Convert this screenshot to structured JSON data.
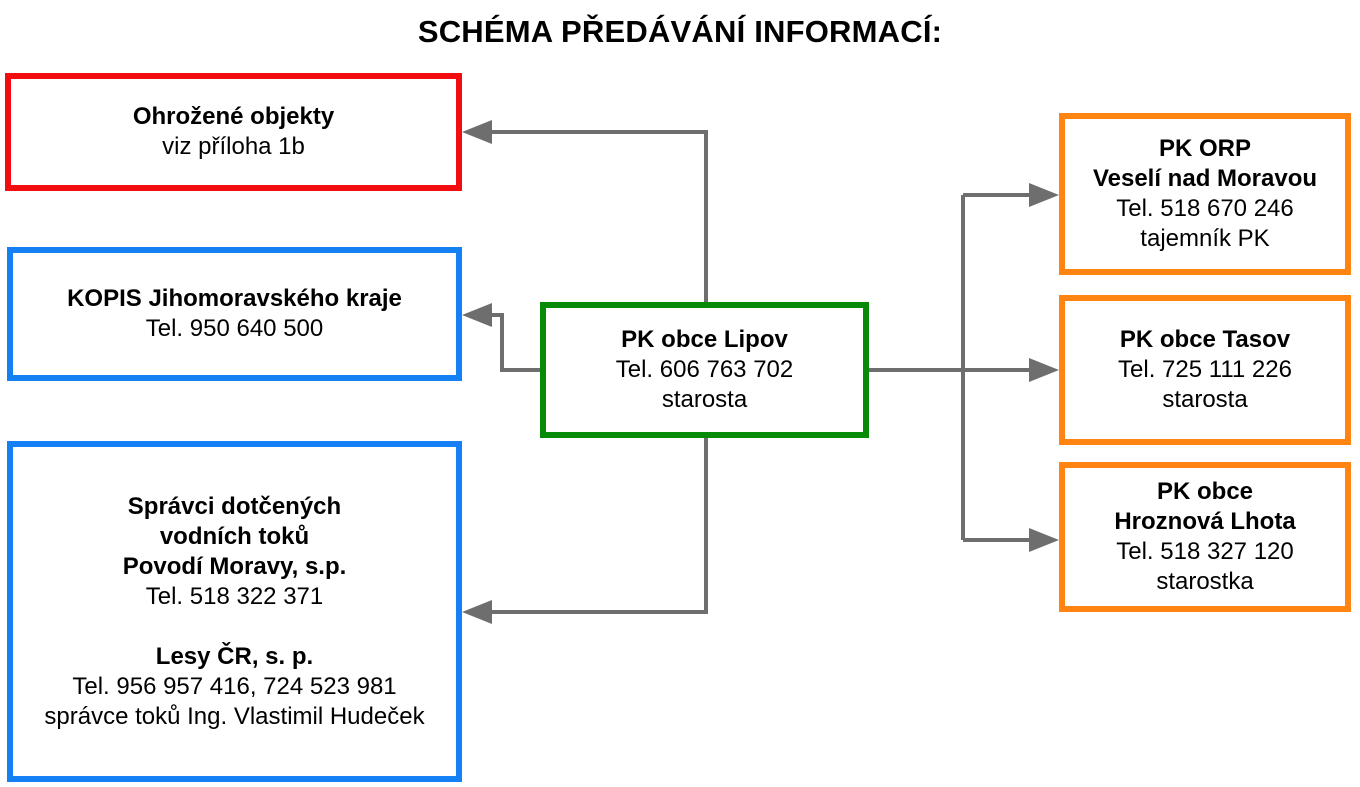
{
  "title": "SCHÉMA PŘEDÁVÁNÍ INFORMACÍ:",
  "colors": {
    "threatened": "#f20d10",
    "external": "#1580f3",
    "center": "#078a07",
    "municipalities": "#ff8412",
    "connector": "#6e6e6e"
  },
  "boxes": {
    "threatened": {
      "name": "Ohrožené objekty",
      "detail": "viz příloha 1b"
    },
    "kopis": {
      "name": "KOPIS Jihomoravského kraje",
      "phone": "Tel. 950 640 500"
    },
    "water": {
      "line1": "Správci dotčených",
      "line2": "vodních toků",
      "line3": "Povodí Moravy, s.p.",
      "phone1": "Tel. 518 322 371",
      "org2": "Lesy ČR, s. p.",
      "phone2": "Tel. 956 957 416, 724 523 981",
      "contact2": "správce toků Ing. Vlastimil Hudeček"
    },
    "lipov": {
      "name": "PK obce Lipov",
      "phone": "Tel. 606 763 702",
      "role": "starosta"
    },
    "orp": {
      "line1": "PK ORP",
      "line2": "Veselí nad Moravou",
      "phone": "Tel. 518 670 246",
      "role": "tajemník PK"
    },
    "tasov": {
      "name": "PK obce Tasov",
      "phone": "Tel. 725 111 226",
      "role": "starosta"
    },
    "hroznova": {
      "line1": "PK obce",
      "line2": "Hroznová Lhota",
      "phone": "Tel. 518 327 120",
      "role": "starostka"
    }
  }
}
